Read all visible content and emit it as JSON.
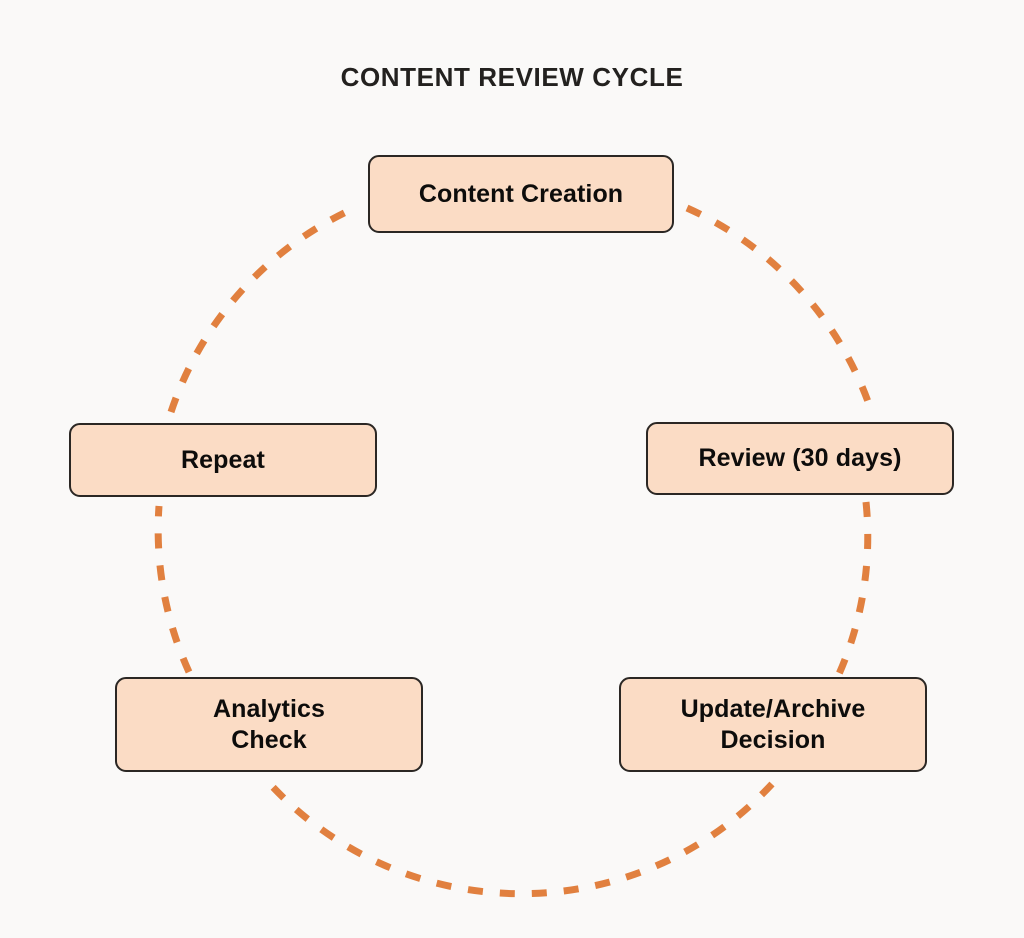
{
  "title": "CONTENT REVIEW CYCLE",
  "colors": {
    "background": "#faf9f8",
    "node_fill": "#fbdcc5",
    "node_border": "#2b2724",
    "node_text": "#0d0c0b",
    "arc_dash": "#e1803f",
    "title_text": "#23211f"
  },
  "chart_data": {
    "type": "diagram",
    "diagram_kind": "cycle",
    "title": "CONTENT REVIEW CYCLE",
    "direction": "clockwise",
    "node_count": 5,
    "connector_style": "dashed-arc",
    "nodes": [
      {
        "id": "content-creation",
        "label": "Content Creation",
        "position": "top"
      },
      {
        "id": "review-30-days",
        "label": "Review (30 days)",
        "position": "right"
      },
      {
        "id": "update-archive",
        "label": "Update/Archive\nDecision",
        "position": "bottom-right"
      },
      {
        "id": "analytics-check",
        "label": "Analytics\nCheck",
        "position": "bottom-left"
      },
      {
        "id": "repeat",
        "label": "Repeat",
        "position": "left"
      }
    ],
    "edges": [
      {
        "from": "content-creation",
        "to": "review-30-days"
      },
      {
        "from": "review-30-days",
        "to": "update-archive"
      },
      {
        "from": "update-archive",
        "to": "analytics-check"
      },
      {
        "from": "analytics-check",
        "to": "repeat"
      },
      {
        "from": "repeat",
        "to": "content-creation"
      }
    ]
  },
  "nodes": {
    "top": {
      "label": "Content Creation"
    },
    "right": {
      "label": "Review (30 days)"
    },
    "bottom_right": {
      "label": "Update/Archive\nDecision"
    },
    "bottom_left": {
      "label": "Analytics\nCheck"
    },
    "left": {
      "label": "Repeat"
    }
  }
}
